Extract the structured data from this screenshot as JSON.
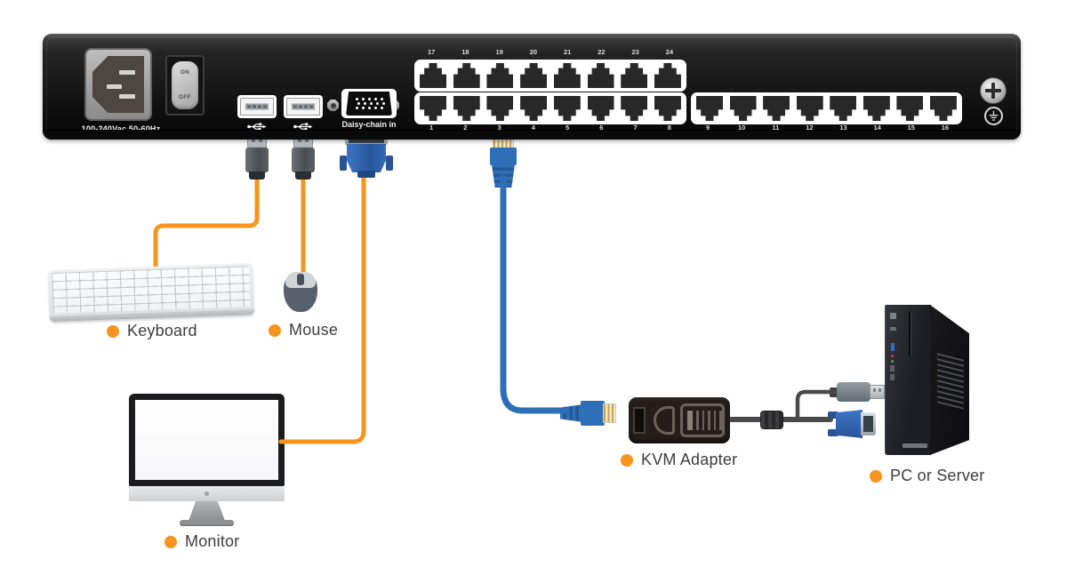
{
  "device_panel": {
    "power_inlet_label": "100-240Vac 50-60Hz",
    "power_switch": {
      "on_label": "ON",
      "off_label": "OFF"
    },
    "daisy_chain_label": "Daisy-chain in",
    "ports": {
      "top_row": [
        "17",
        "18",
        "19",
        "20",
        "21",
        "22",
        "23",
        "24"
      ],
      "bottom_left_row": [
        "1",
        "2",
        "3",
        "4",
        "5",
        "6",
        "7",
        "8"
      ],
      "bottom_right_row": [
        "9",
        "10",
        "11",
        "12",
        "13",
        "14",
        "15",
        "16"
      ]
    }
  },
  "peripheral_labels": {
    "keyboard": "Keyboard",
    "mouse": "Mouse",
    "monitor": "Monitor",
    "kvm_adapter": "KVM Adapter",
    "pc_or_server": "PC or Server"
  },
  "icons": {
    "usb": "usb-trident-icon",
    "phillips_screw": "phillips-screw-icon",
    "ground": "ground-symbol-icon"
  },
  "colors": {
    "accent_orange": "#F7941D",
    "cable_blue": "#2D6FB7",
    "panel_black": "#1A1A1A",
    "label_text": "#3D3D3D"
  }
}
